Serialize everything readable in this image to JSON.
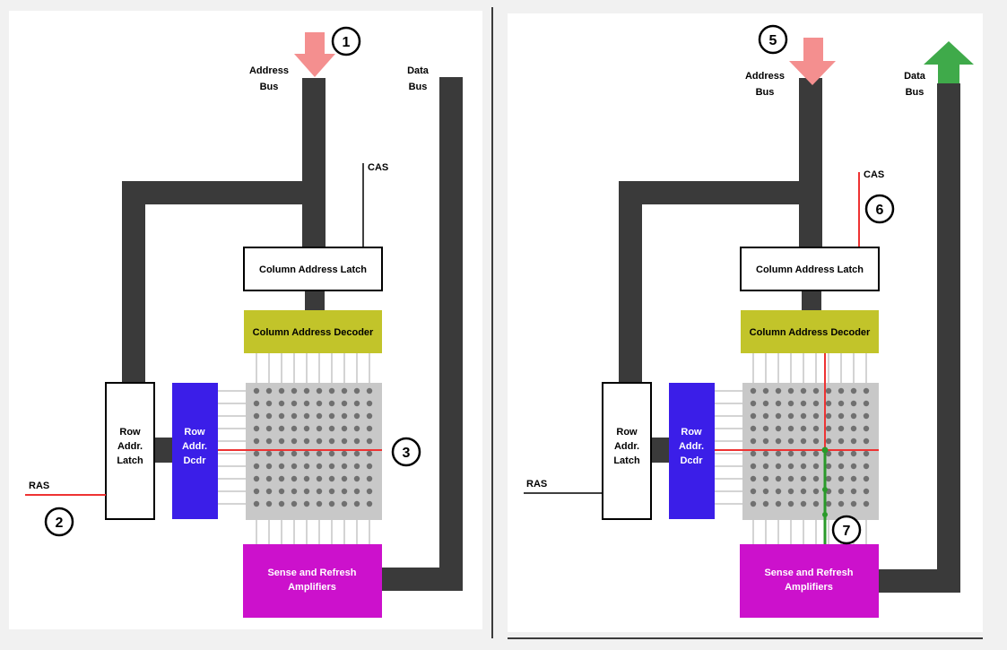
{
  "panels": [
    {
      "address_bus": [
        "Address",
        "Bus"
      ],
      "data_bus": [
        "Data",
        "Bus"
      ],
      "cas": "CAS",
      "ras": "RAS",
      "column_address_latch": "Column Address Latch",
      "column_address_decoder": "Column Address Decoder",
      "row_addr_latch": [
        "Row",
        "Addr.",
        "Latch"
      ],
      "row_addr_dcdr": [
        "Row",
        "Addr.",
        "Dcdr"
      ],
      "sense_amps": [
        "Sense and Refresh",
        "Amplifiers"
      ],
      "steps": [
        "1",
        "2",
        "3"
      ]
    },
    {
      "address_bus": [
        "Address",
        "Bus"
      ],
      "data_bus": [
        "Data",
        "Bus"
      ],
      "cas": "CAS",
      "ras": "RAS",
      "column_address_latch": "Column Address Latch",
      "column_address_decoder": "Column Address Decoder",
      "row_addr_latch": [
        "Row",
        "Addr.",
        "Latch"
      ],
      "row_addr_dcdr": [
        "Row",
        "Addr.",
        "Dcdr"
      ],
      "sense_amps": [
        "Sense and Refresh",
        "Amplifiers"
      ],
      "steps": [
        "5",
        "6",
        "7"
      ]
    }
  ],
  "colors": {
    "bus": "#3a3a3a",
    "address_arrow": "#f48f8f",
    "data_arrow_out": "#3faa4a",
    "active_line": "#ee3333",
    "active_column": "#2a9a2a",
    "column_decoder": "#c2c42a",
    "row_decoder": "#3b1ee8",
    "sense_amps": "#cc11cc",
    "cell_grid": "#c8c8c8",
    "cell_dot": "#707070"
  }
}
